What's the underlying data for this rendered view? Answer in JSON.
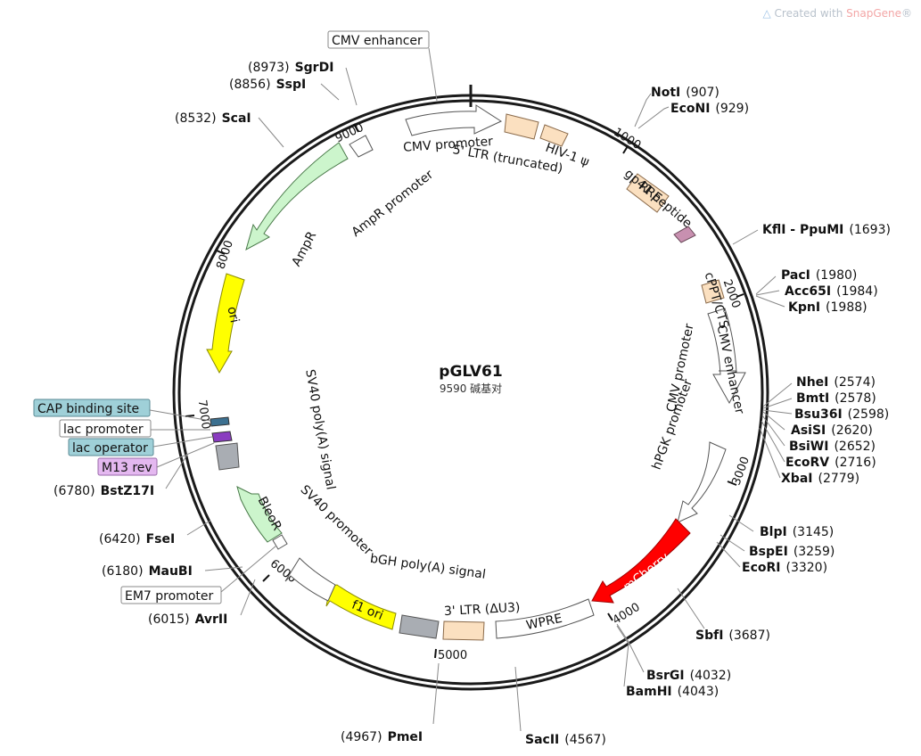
{
  "watermark": {
    "prefix": "Created with ",
    "brand": "SnapGene",
    "suffix": "®"
  },
  "plasmid": {
    "name": "pGLV61",
    "length_text": "9590 碱基对"
  },
  "ticks": [
    "1000",
    "2000",
    "3000",
    "4000",
    "5000",
    "6000",
    "7000",
    "8000",
    "9000"
  ],
  "sites": [
    {
      "id": "noti",
      "name": "NotI",
      "pos": "(907)"
    },
    {
      "id": "econi",
      "name": "EcoNI",
      "pos": "(929)"
    },
    {
      "id": "kfli",
      "name": "KflI - PpuMI",
      "pos": "(1693)"
    },
    {
      "id": "paci",
      "name": "PacI",
      "pos": "(1980)"
    },
    {
      "id": "acc65i",
      "name": "Acc65I",
      "pos": "(1984)"
    },
    {
      "id": "kpni",
      "name": "KpnI",
      "pos": "(1988)"
    },
    {
      "id": "nhei",
      "name": "NheI",
      "pos": "(2574)"
    },
    {
      "id": "bmti",
      "name": "BmtI",
      "pos": "(2578)"
    },
    {
      "id": "bsu36i",
      "name": "Bsu36I",
      "pos": "(2598)"
    },
    {
      "id": "asisi",
      "name": "AsiSI",
      "pos": "(2620)"
    },
    {
      "id": "bsiwi",
      "name": "BsiWI",
      "pos": "(2652)"
    },
    {
      "id": "ecorv",
      "name": "EcoRV",
      "pos": "(2716)"
    },
    {
      "id": "xbai",
      "name": "XbaI",
      "pos": "(2779)"
    },
    {
      "id": "blpi",
      "name": "BlpI",
      "pos": "(3145)"
    },
    {
      "id": "bspei",
      "name": "BspEI",
      "pos": "(3259)"
    },
    {
      "id": "ecori",
      "name": "EcoRI",
      "pos": "(3320)"
    },
    {
      "id": "sbfi",
      "name": "SbfI",
      "pos": "(3687)"
    },
    {
      "id": "bsrgi",
      "name": "BsrGI",
      "pos": "(4032)"
    },
    {
      "id": "bamhi",
      "name": "BamHI",
      "pos": "(4043)"
    },
    {
      "id": "sacii",
      "name": "SacII",
      "pos": "(4567)"
    },
    {
      "id": "pmei",
      "name": "PmeI",
      "pos": "(4967)"
    },
    {
      "id": "avrii",
      "name": "AvrII",
      "pos": "(6015)"
    },
    {
      "id": "maubi",
      "name": "MauBI",
      "pos": "(6180)"
    },
    {
      "id": "fsei",
      "name": "FseI",
      "pos": "(6420)"
    },
    {
      "id": "bstz17i",
      "name": "BstZ17I",
      "pos": "(6780)"
    },
    {
      "id": "scai",
      "name": "ScaI",
      "pos": "(8532)"
    },
    {
      "id": "sspi",
      "name": "SspI",
      "pos": "(8856)"
    },
    {
      "id": "sgrdi",
      "name": "SgrDI",
      "pos": "(8973)"
    }
  ],
  "boxed_labels": {
    "cmv_enhancer_top": "CMV enhancer",
    "cap_binding_site": "CAP binding site",
    "lac_promoter": "lac promoter",
    "lac_operator": "lac operator",
    "m13_rev": "M13 rev",
    "em7_promoter": "EM7 promoter"
  },
  "feature_labels": {
    "cmv_promoter": "CMV promoter",
    "ltr5": "5' LTR (truncated)",
    "hiv1_psi": "HIV-1 ψ",
    "rre": "RRE",
    "gp41": "gp41 peptide",
    "cppt": "cPPT/CTS",
    "cmv_enhancer2": "CMV enhancer",
    "cmv_promoter2": "CMV promoter",
    "hpgk_promoter": "hPGK promoter",
    "mcherry": "mCherry",
    "wpre": "WPRE",
    "ltr3": "3' LTR (ΔU3)",
    "bgh_polya": "bGH poly(A) signal",
    "f1_ori": "f1 ori",
    "sv40_promoter": "SV40 promoter",
    "bleor": "BleoR",
    "sv40_polya": "SV40 poly(A) signal",
    "ori": "ori",
    "ampr": "AmpR",
    "ampr_promoter": "AmpR promoter"
  },
  "colors": {
    "backbone": "#1a1a1a",
    "ltr": "#fbe0c0",
    "promoter": "#ffffff",
    "ori": "#ffff00",
    "ampr": "#ccf5cc",
    "mcherry": "#ff0000",
    "polya": "#a9adb3",
    "gp41": "#c890b0",
    "cap": "#9fd0d8",
    "m13": "#e4b8f0"
  }
}
